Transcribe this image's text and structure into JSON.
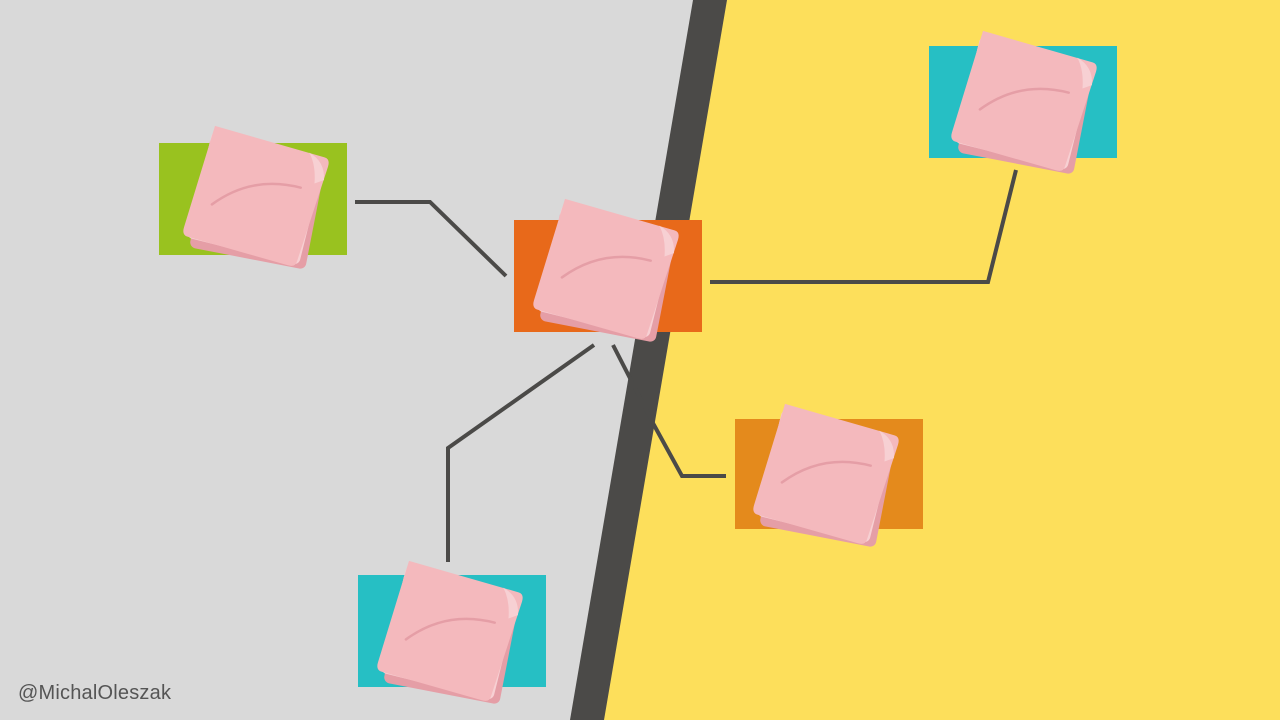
{
  "credit": "@MichalOleszak",
  "colors": {
    "left_background": "#d9d9d9",
    "right_background": "#fddf5b",
    "divider": "#4b4a48",
    "connector": "#4b4a48",
    "note": "#f4b9bd",
    "note_fold": "#f7d0d3",
    "note_shadow": "#e59ea6"
  },
  "nodes": [
    {
      "id": "green-node",
      "color": "#99c21f"
    },
    {
      "id": "center-node",
      "color": "#e8691a"
    },
    {
      "id": "teal-top-node",
      "color": "#26bfc4"
    },
    {
      "id": "orange-right-node",
      "color": "#e48a1c"
    },
    {
      "id": "teal-bottom-node",
      "color": "#26bfc4"
    }
  ],
  "connections": [
    {
      "from": "green-node",
      "to": "center-node"
    },
    {
      "from": "center-node",
      "to": "teal-top-node"
    },
    {
      "from": "center-node",
      "to": "orange-right-node"
    },
    {
      "from": "center-node",
      "to": "teal-bottom-node"
    }
  ]
}
